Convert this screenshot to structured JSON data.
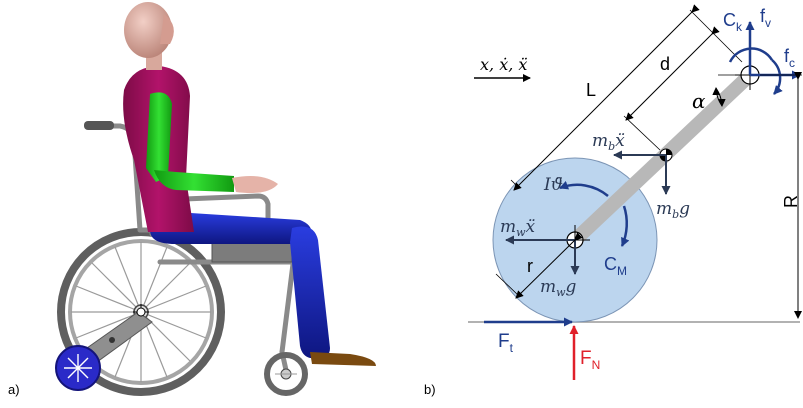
{
  "panels": {
    "a": {
      "label": "a)"
    },
    "b": {
      "label": "b)"
    }
  },
  "diagram": {
    "motion": "x, ẋ, ẍ",
    "labels": {
      "L": "L",
      "d": "d",
      "R": "R",
      "r": "r",
      "alpha": "α",
      "Ck": "C",
      "Ck_sub": "k",
      "fv": "f",
      "fv_sub": "v",
      "fc": "f",
      "fc_sub": "c",
      "mb_inertia": "m",
      "mb_inertia_sub": "b",
      "mb_inertia_tail": "ẍ",
      "mb_weight": "m",
      "mb_weight_sub": "b",
      "mb_weight_tail": "g",
      "I_theta": "Iϑ̈",
      "mw_inertia": "m",
      "mw_inertia_sub": "w",
      "mw_inertia_tail": "ẍ",
      "mw_weight": "m",
      "mw_weight_sub": "w",
      "mw_weight_tail": "g",
      "CM": "C",
      "CM_sub": "M",
      "Ft": "F",
      "Ft_sub": "t",
      "FN": "F",
      "FN_sub": "N"
    },
    "colors": {
      "wheel_fill": "#bcd5ee",
      "link": "#b8b8b8",
      "force_blue": "#1f3d8c",
      "dark_navy": "#2b3a55",
      "normal_force": "#e0202a",
      "ground": "#999999"
    }
  },
  "illustration": {
    "colors": {
      "shirt": "#a0105a",
      "arm": "#22cc22",
      "pants": "#1726b8",
      "skin": "#e5b3a8",
      "frame": "#8a8a8a",
      "shoe": "#7a4a10",
      "rear_wheel_tire": "#666666",
      "small_wheel": "#2a2ac8"
    }
  }
}
